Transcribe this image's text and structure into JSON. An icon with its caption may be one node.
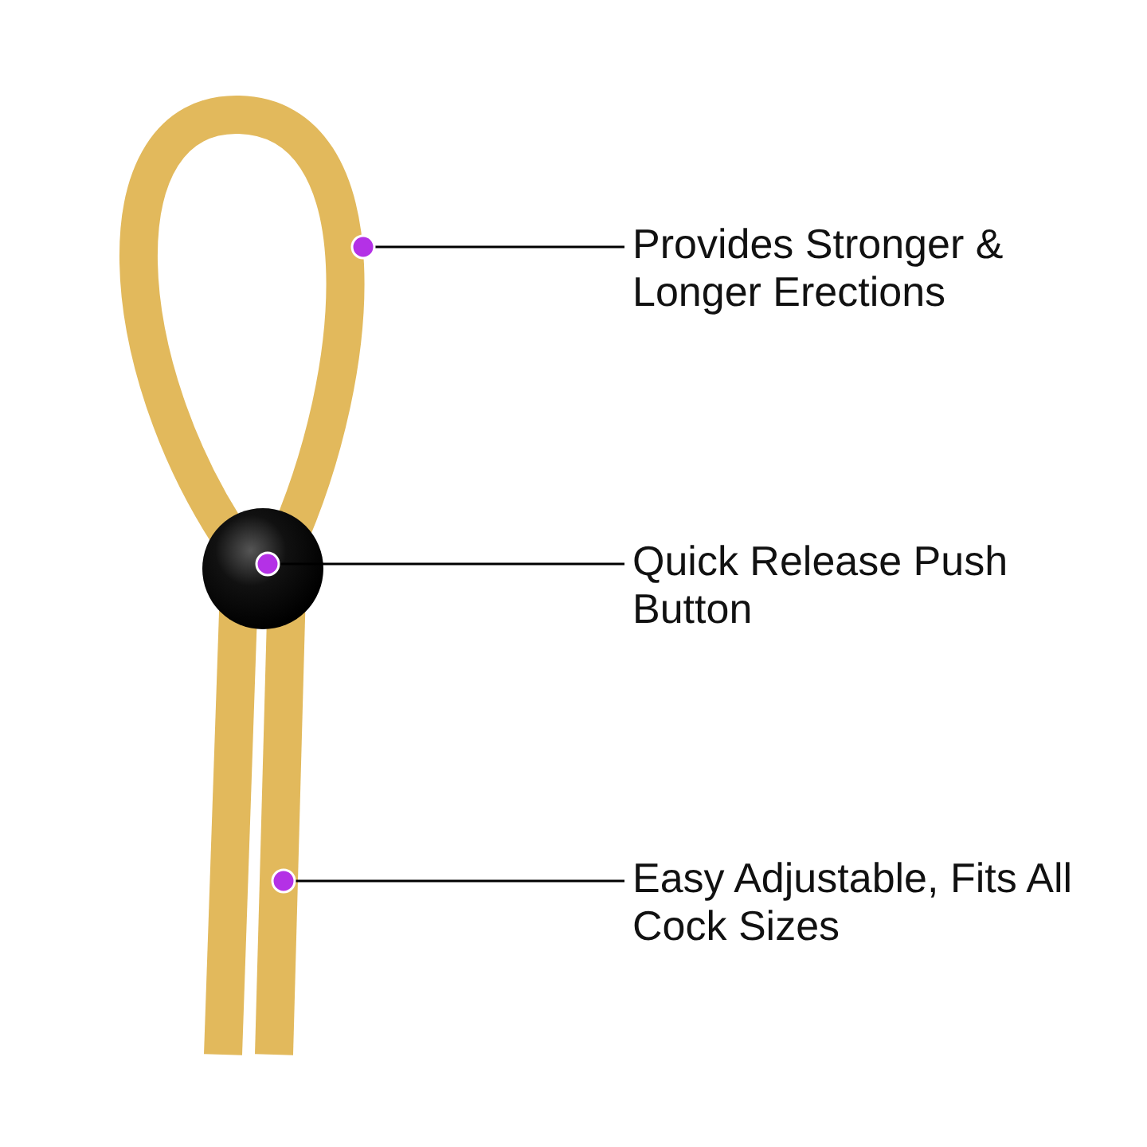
{
  "diagram": {
    "nodes": [
      {
        "text": [
          "Provides Stronger & Longer Erections"
        ]
      },
      {
        "text": [
          "Quick Release Push Button"
        ]
      },
      {
        "text": [
          "Easy Adjustable, Fits All Cock Sizes"
        ]
      }
    ],
    "edges": [
      {
        "from": 0,
        "to": null,
        "arrow": "other"
      },
      {
        "from": 1,
        "to": null,
        "arrow": "other"
      },
      {
        "from": 2,
        "to": null,
        "arrow": "other"
      }
    ]
  }
}
